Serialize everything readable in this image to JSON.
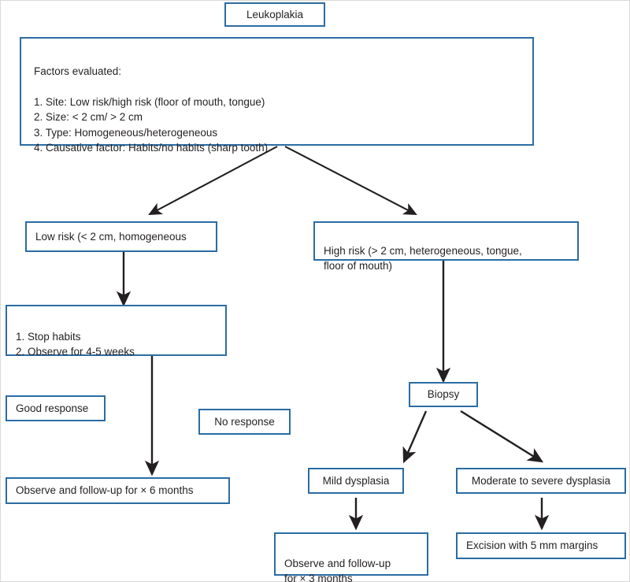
{
  "diagram": {
    "title": "Leukoplakia management flowchart",
    "accent_color": "#2B6CA3",
    "arrow_color": "#231f20",
    "text_color": "#231f20",
    "background": "#ffffff"
  },
  "nodes": {
    "root": "Leukoplakia",
    "factors": "Factors evaluated:\n\n1. Site: Low risk/high risk (floor of mouth, tongue)\n2. Size: < 2 cm/ > 2 cm\n3. Type: Homogeneous/heterogeneous\n4. Causative factor: Habits/no habits (sharp tooth)",
    "low_risk": "Low risk (< 2 cm, homogeneous",
    "high_risk": "High risk (> 2 cm, heterogeneous, tongue,\nfloor of mouth)",
    "habits": "1. Stop habits\n2. Observe for 4-5 weeks",
    "good_response": "Good response",
    "no_response": "No response",
    "observe_6_months": "Observe and follow-up for × 6 months",
    "biopsy": "Biopsy",
    "mild_dysplasia": "Mild dysplasia",
    "moderate_severe_dysplasia": "Moderate to severe dysplasia",
    "observe_3_months": "Observe and follow-up\nfor × 3 months",
    "excision": "Excision with 5 mm margins"
  }
}
